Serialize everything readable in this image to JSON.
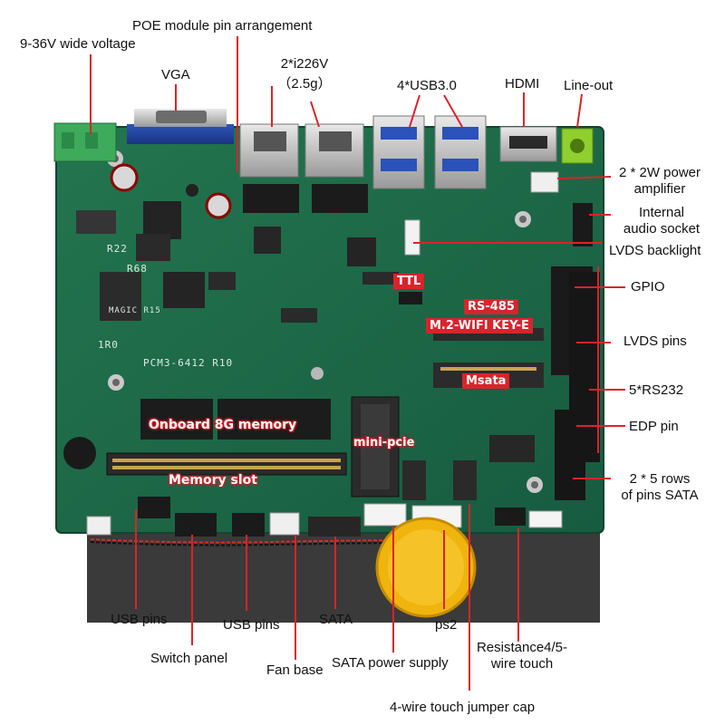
{
  "labels": {
    "voltage": "9-36V wide voltage",
    "poe": "POE module pin arrangement",
    "vga": "VGA",
    "nic_line1": "2*i226V",
    "nic_line2": "（2.5g）",
    "usb3": "4*USB3.0",
    "hdmi": "HDMI",
    "lineout": "Line-out",
    "amp_line1": "2 * 2W power",
    "amp_line2": "amplifier",
    "audio_line1": "Internal",
    "audio_line2": "audio socket",
    "lvds_backlight": "LVDS backlight",
    "gpio": "GPIO",
    "lvds_pins": "LVDS pins",
    "rs232": "5*RS232",
    "edp": "EDP pin",
    "sata_rows_line1": "2 * 5 rows",
    "sata_rows_line2": "of pins SATA",
    "usb_pins_1": "USB pins",
    "switch_panel": "Switch panel",
    "usb_pins_2": "USB pins",
    "fan_base": "Fan base",
    "sata": "SATA",
    "sata_power": "SATA power supply",
    "ps2": "ps2",
    "touch_line1": "Resistance4/5-",
    "touch_line2": "wire touch",
    "jumper": "4-wire touch jumper cap"
  },
  "board_tags": {
    "ttl": "TTL",
    "rs485": "RS-485",
    "m2_wifi": "M.2-WIFI KEY-E",
    "msata": "Msata",
    "memory": "Onboard 8G memory",
    "mini_pcie": "mini-pcie",
    "memory_slot": "Memory slot"
  },
  "silkscreen": {
    "model": "PCM3-6412 R10",
    "r68": "R68",
    "r22": "R22",
    "inductor": "MAGIC R15",
    "r1r0": "1R0"
  },
  "colors": {
    "pcb": "#1d6b4c",
    "pointer": "#d8242b",
    "tag_bg": "#d8242b"
  }
}
